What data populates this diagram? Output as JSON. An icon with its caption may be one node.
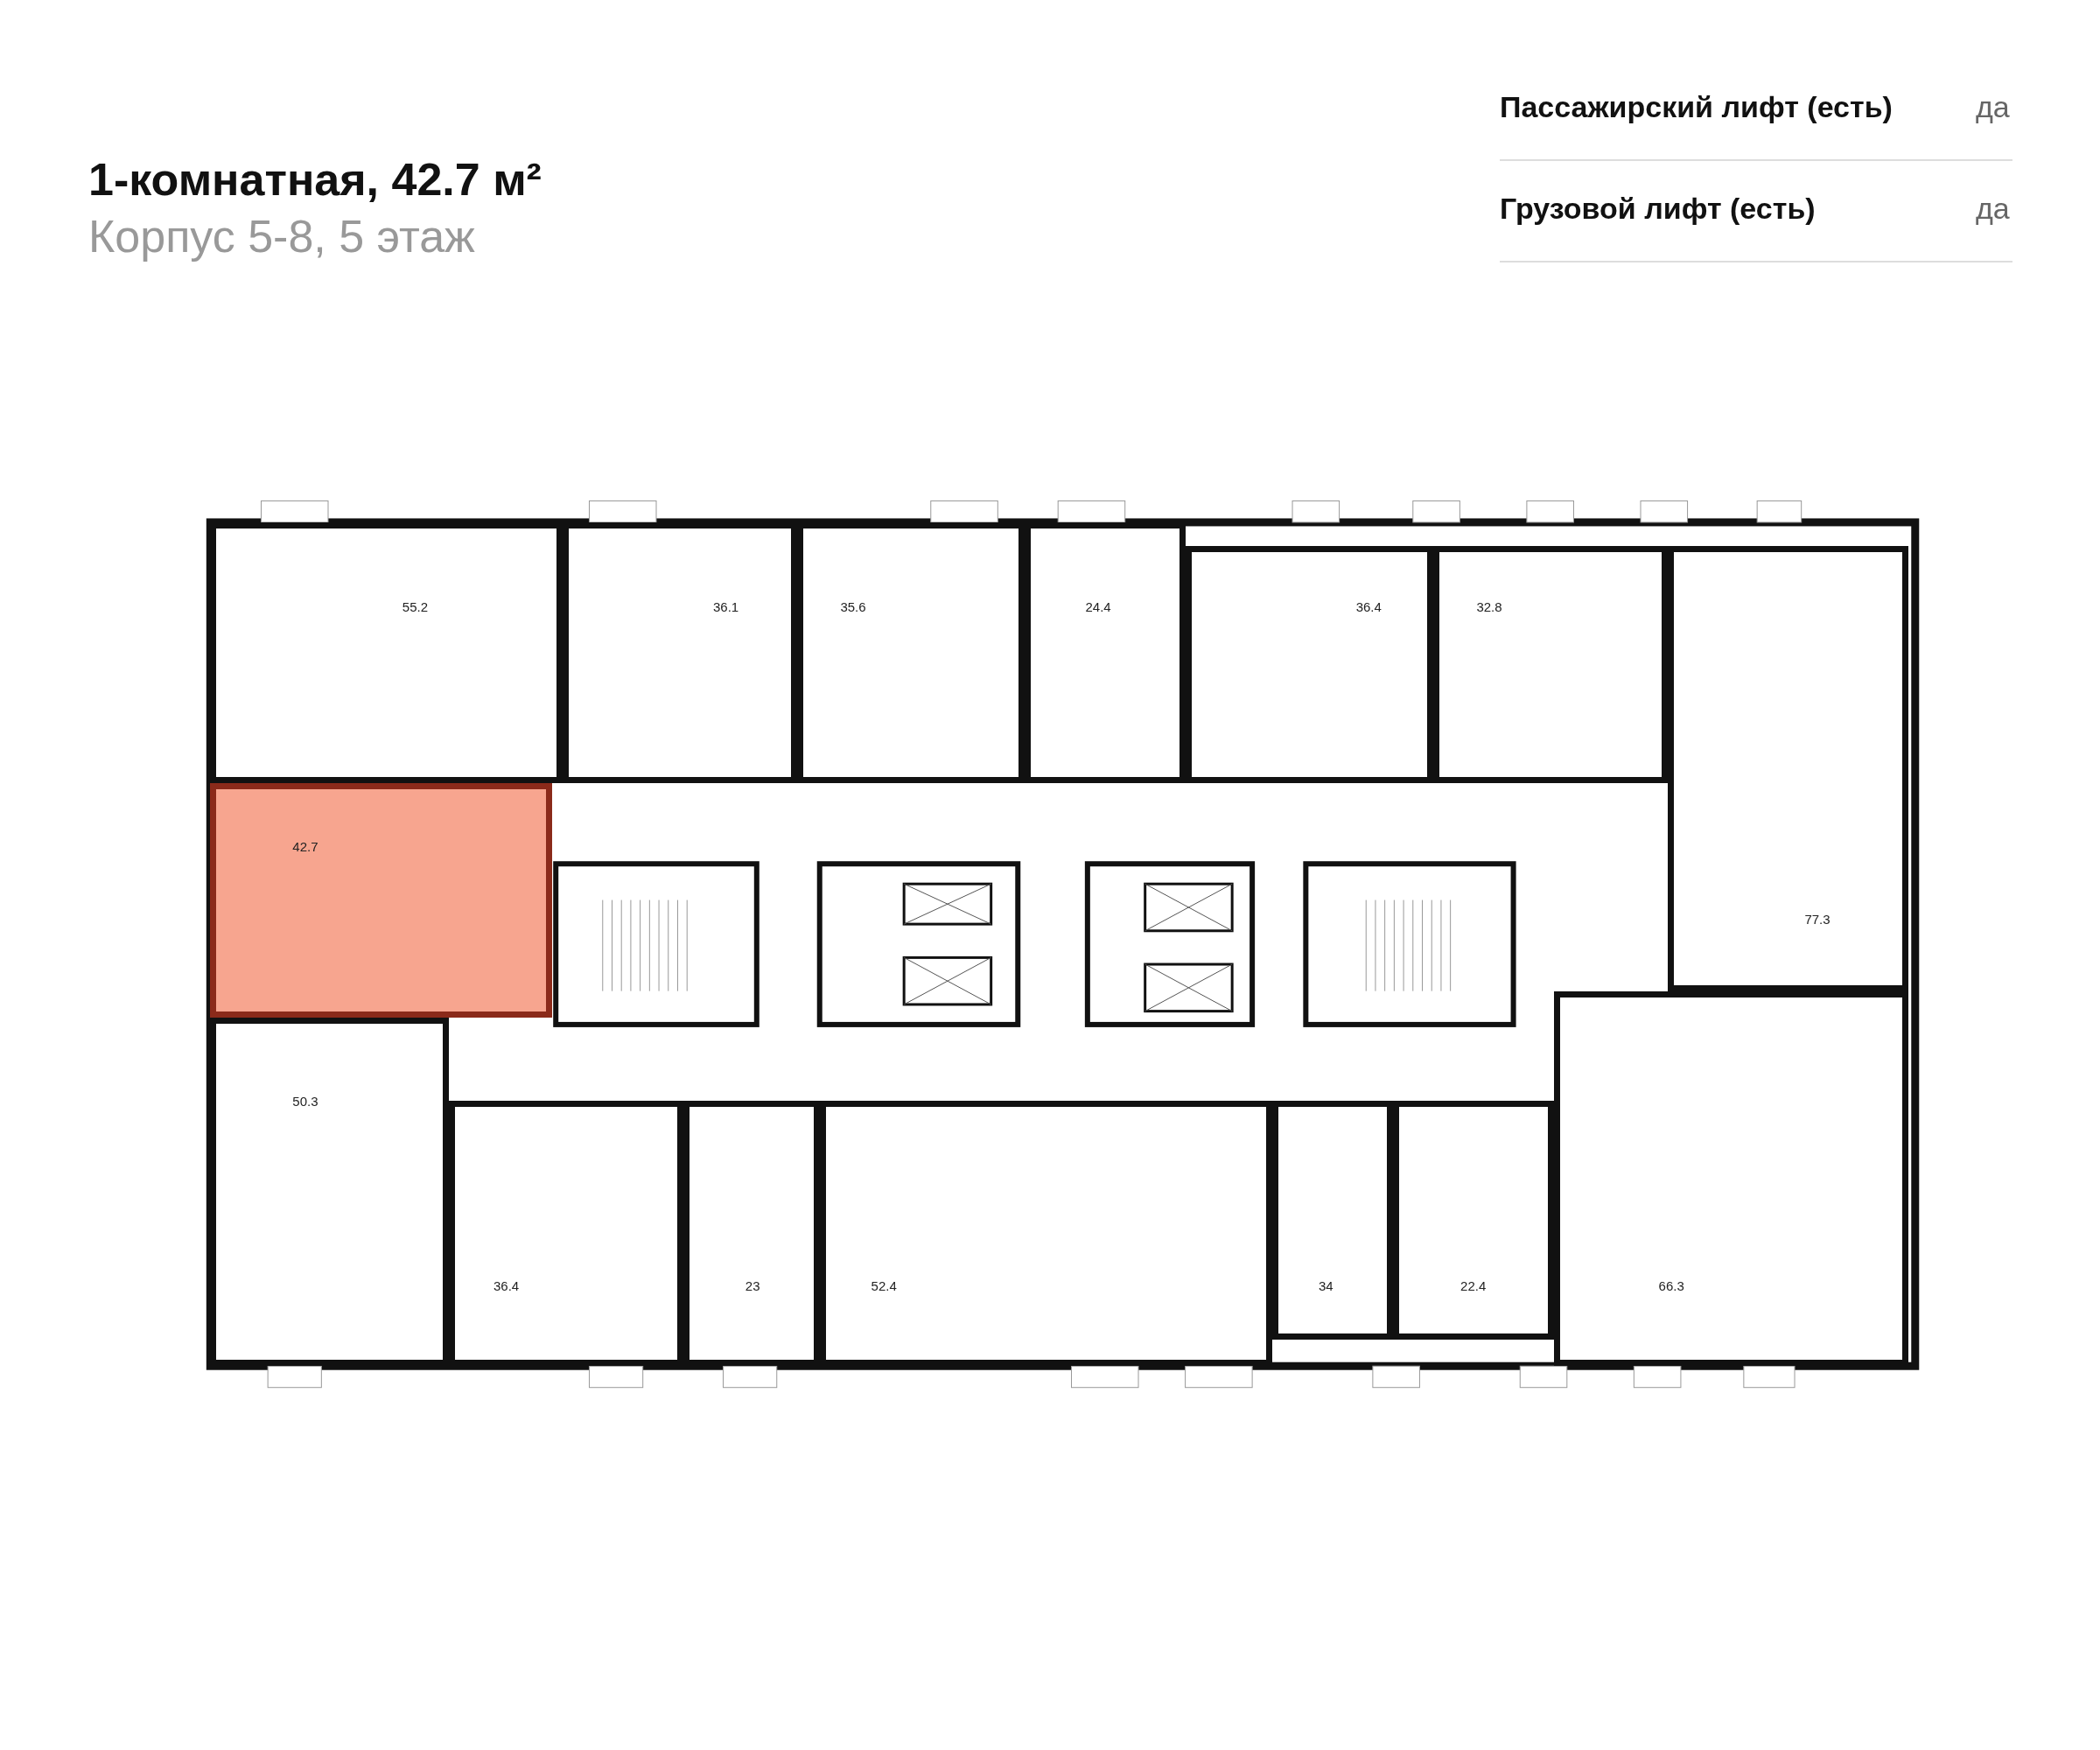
{
  "diagram": {
    "title": "1-комнатная, 42.7 м²",
    "nodes": [
      {
        "text": [
          "55.2"
        ]
      },
      {
        "text": [
          "36.1"
        ]
      },
      {
        "text": [
          "35.6"
        ]
      },
      {
        "text": [
          "24.4"
        ]
      },
      {
        "text": [
          "36.4"
        ]
      },
      {
        "text": [
          "32.8"
        ]
      },
      {
        "text": [
          "77.3"
        ]
      },
      {
        "text": [
          "42.7"
        ]
      },
      {
        "text": [
          "50.3"
        ]
      },
      {
        "text": [
          "36.4"
        ]
      },
      {
        "text": [
          "23"
        ]
      },
      {
        "text": [
          "52.4"
        ]
      },
      {
        "text": [
          "34"
        ]
      },
      {
        "text": [
          "22.4"
        ]
      },
      {
        "text": [
          "66.3"
        ]
      }
    ],
    "edges": [],
    "labels": [
      "Корпус 5-8, 5 этаж",
      "Пассажирский лифт (есть)",
      "да",
      "Грузовой лифт (есть)",
      "да"
    ]
  }
}
